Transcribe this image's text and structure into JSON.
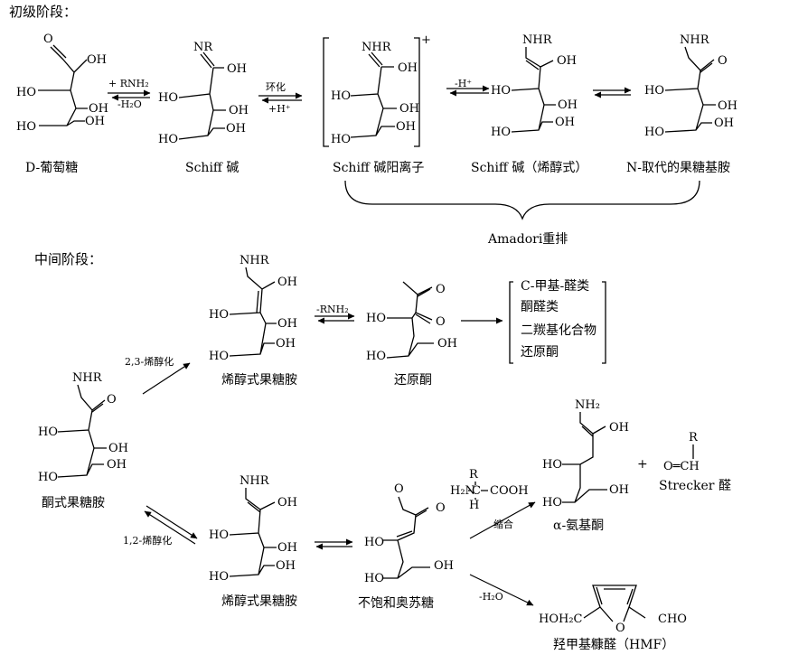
{
  "stages": {
    "initial": "初级阶段：",
    "intermediate": "中间阶段："
  },
  "atoms": {
    "O": "O",
    "OH": "OH",
    "HO": "HO",
    "NR": "NR",
    "NHR": "NHR",
    "NH2": "NH₂",
    "H2N": "H₂N",
    "R": "R",
    "H": "H",
    "C": "C",
    "COOH": "COOH",
    "HOH2C": "HOH₂C",
    "CHO": "CHO",
    "OeqCH": "O═CH",
    "plus": "+",
    "cation": "+"
  },
  "captions": {
    "glucose": "D-葡萄糖",
    "schiff": "Schiff 碱",
    "schiff_cation": "Schiff 碱阳离子",
    "schiff_enol": "Schiff 碱（烯醇式）",
    "n_fructosamine": "N-取代的果糖基胺",
    "amadori": "Amadori重排",
    "keto_fructosamine": "酮式果糖胺",
    "enol_fructosamine_23": "烯醇式果糖胺",
    "enol_fructosamine_12": "烯醇式果糖胺",
    "reductone": "还原酮",
    "unsat_osone": "不饱和奥苏糖",
    "alpha_aminoketone": "α-氨基酮",
    "strecker": "Strecker 醛",
    "hmf": "羟甲基糠醛（HMF）"
  },
  "arrow_labels": {
    "add_amine": "+ RNH₂",
    "minus_water": "-H₂O",
    "cyclize": "环化",
    "plus_h": "+H⁺",
    "minus_h": "-H⁺",
    "enol_23": "2,3-烯醇化",
    "enol_12": "1,2-烯醇化",
    "minus_amine": "-RNH₂",
    "condense": "缩合",
    "minus_water_2": "-H₂O"
  },
  "products_list": [
    "C-甲基-醛类",
    "酮醛类",
    "二羰基化合物",
    "还原酮"
  ]
}
